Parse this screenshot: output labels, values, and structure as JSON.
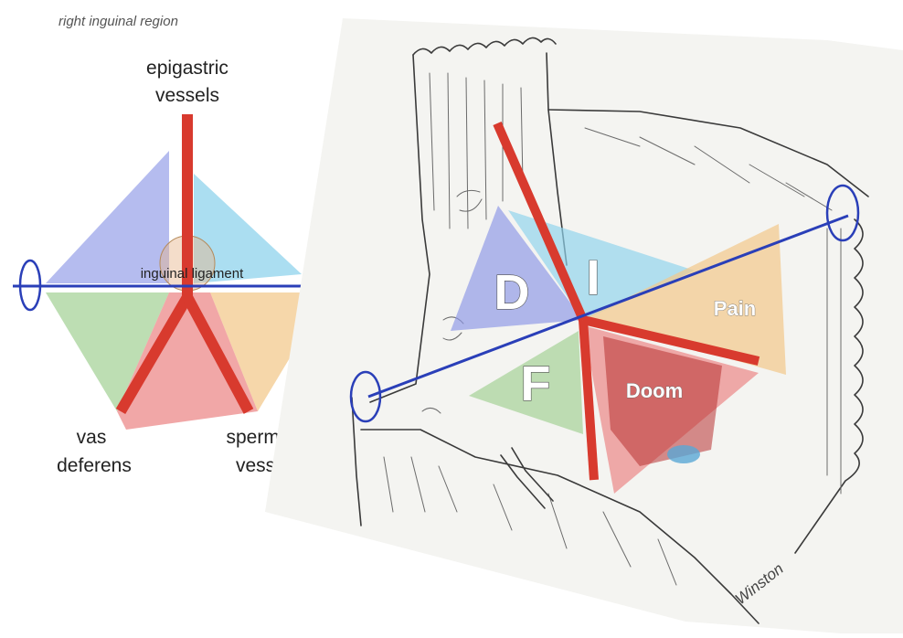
{
  "caption": "right inguinal region",
  "schematic": {
    "label_epigastric_line1": "epigastric",
    "label_epigastric_line2": "vessels",
    "label_ligament": "inguinal ligament",
    "label_vas_line1": "vas",
    "label_vas_line2": "deferens",
    "label_spermatic_line1": "spermatic",
    "label_spermatic_line2": "vessels"
  },
  "illustration": {
    "label_d": "D",
    "label_i": "I",
    "label_f": "F",
    "label_pain": "Pain",
    "label_doom": "Doom",
    "signature": "Winston"
  },
  "colors": {
    "vessel_red": "#d83a2e",
    "ligament_blue": "#2a3fb8",
    "region_blue": "#8d98e6",
    "region_cyan": "#8fd3ec",
    "region_green": "#a7d39a",
    "region_orange": "#f3c98e",
    "region_red": "#ec8a8a"
  }
}
